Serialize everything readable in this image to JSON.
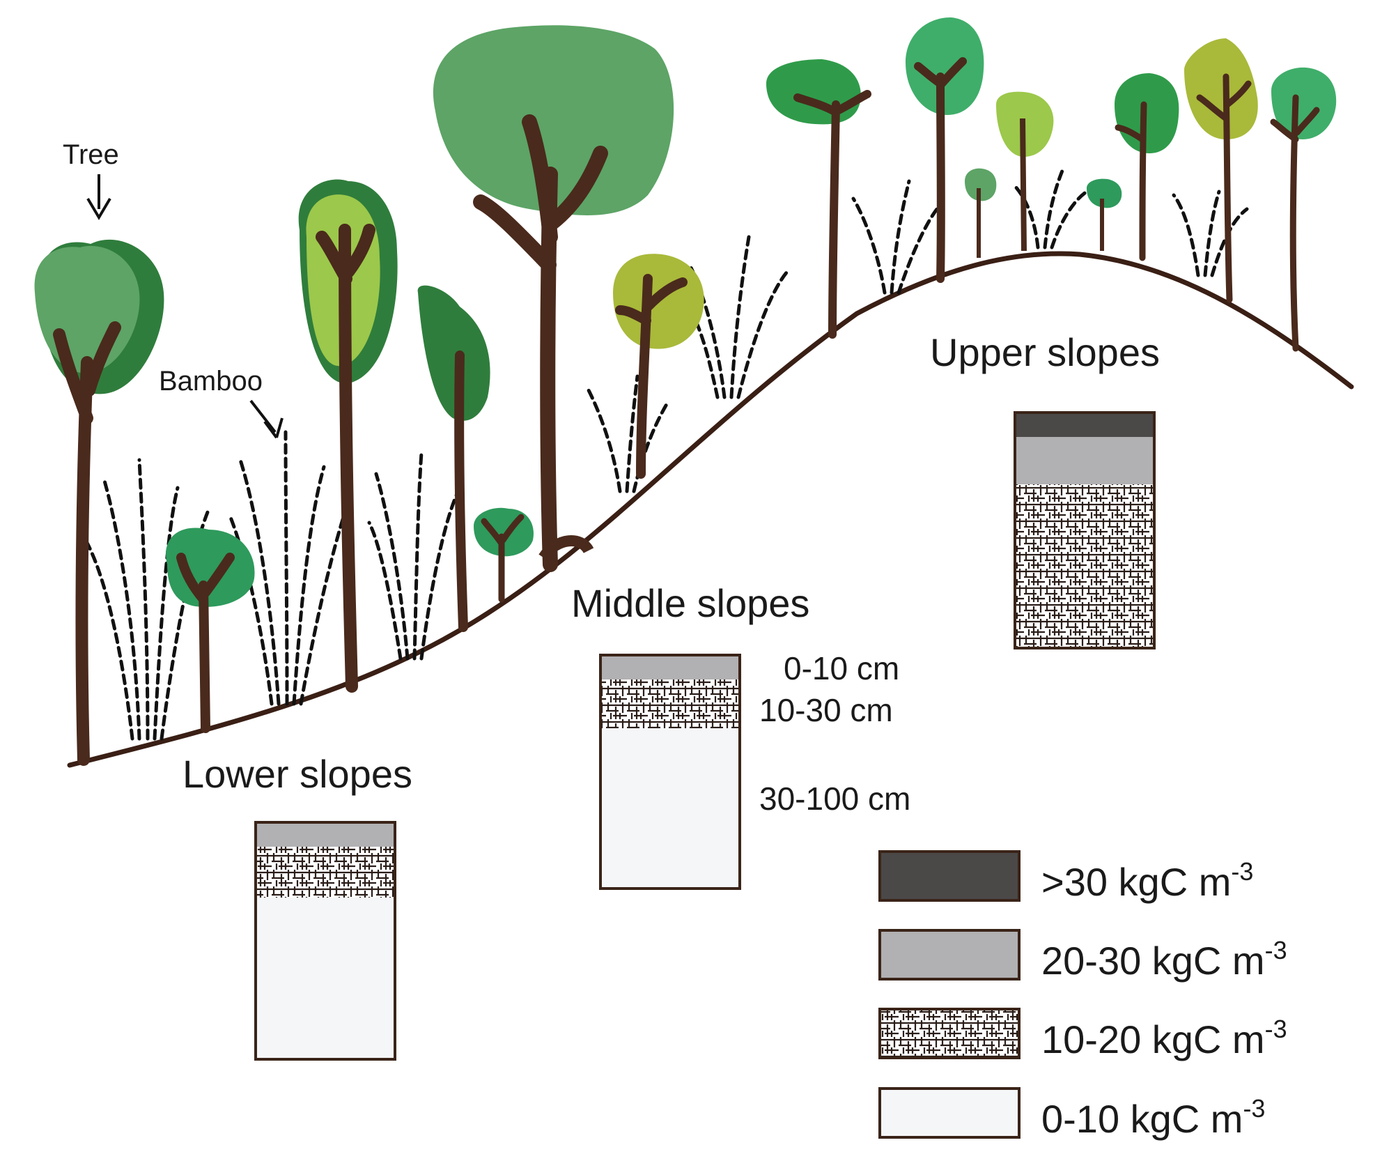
{
  "annotations": {
    "tree": "Tree",
    "bamboo": "Bamboo"
  },
  "slopes": {
    "lower": "Lower slopes",
    "middle": "Middle slopes",
    "upper": "Upper slopes"
  },
  "depths": {
    "d1": "0-10 cm",
    "d2": "10-30 cm",
    "d3": "30-100 cm"
  },
  "legend": {
    "items": [
      {
        "prefix": ">30 kgC m",
        "sup": "-3",
        "fill": "#4b4848"
      },
      {
        "prefix": "20-30 kgC m",
        "sup": "-3",
        "fill": "#b1b0b2"
      },
      {
        "prefix": "10-20 kgC m",
        "sup": "-3",
        "fill": "hatch"
      },
      {
        "prefix": "0-10 kgC m",
        "sup": "-3",
        "fill": "#f5f6f8"
      }
    ]
  },
  "colors": {
    "trunk": "#4a2a1c",
    "outline": "#3a2418",
    "canopy_dark": "#2f7d3c",
    "canopy_mid": "#5da466",
    "canopy_light": "#9cc84b",
    "canopy_teal": "#3fae6a",
    "canopy_olive": "#a9b93a",
    "soil_very_high": "#4b4848",
    "soil_high": "#b1b0b2",
    "soil_low": "#f5f6f8"
  }
}
